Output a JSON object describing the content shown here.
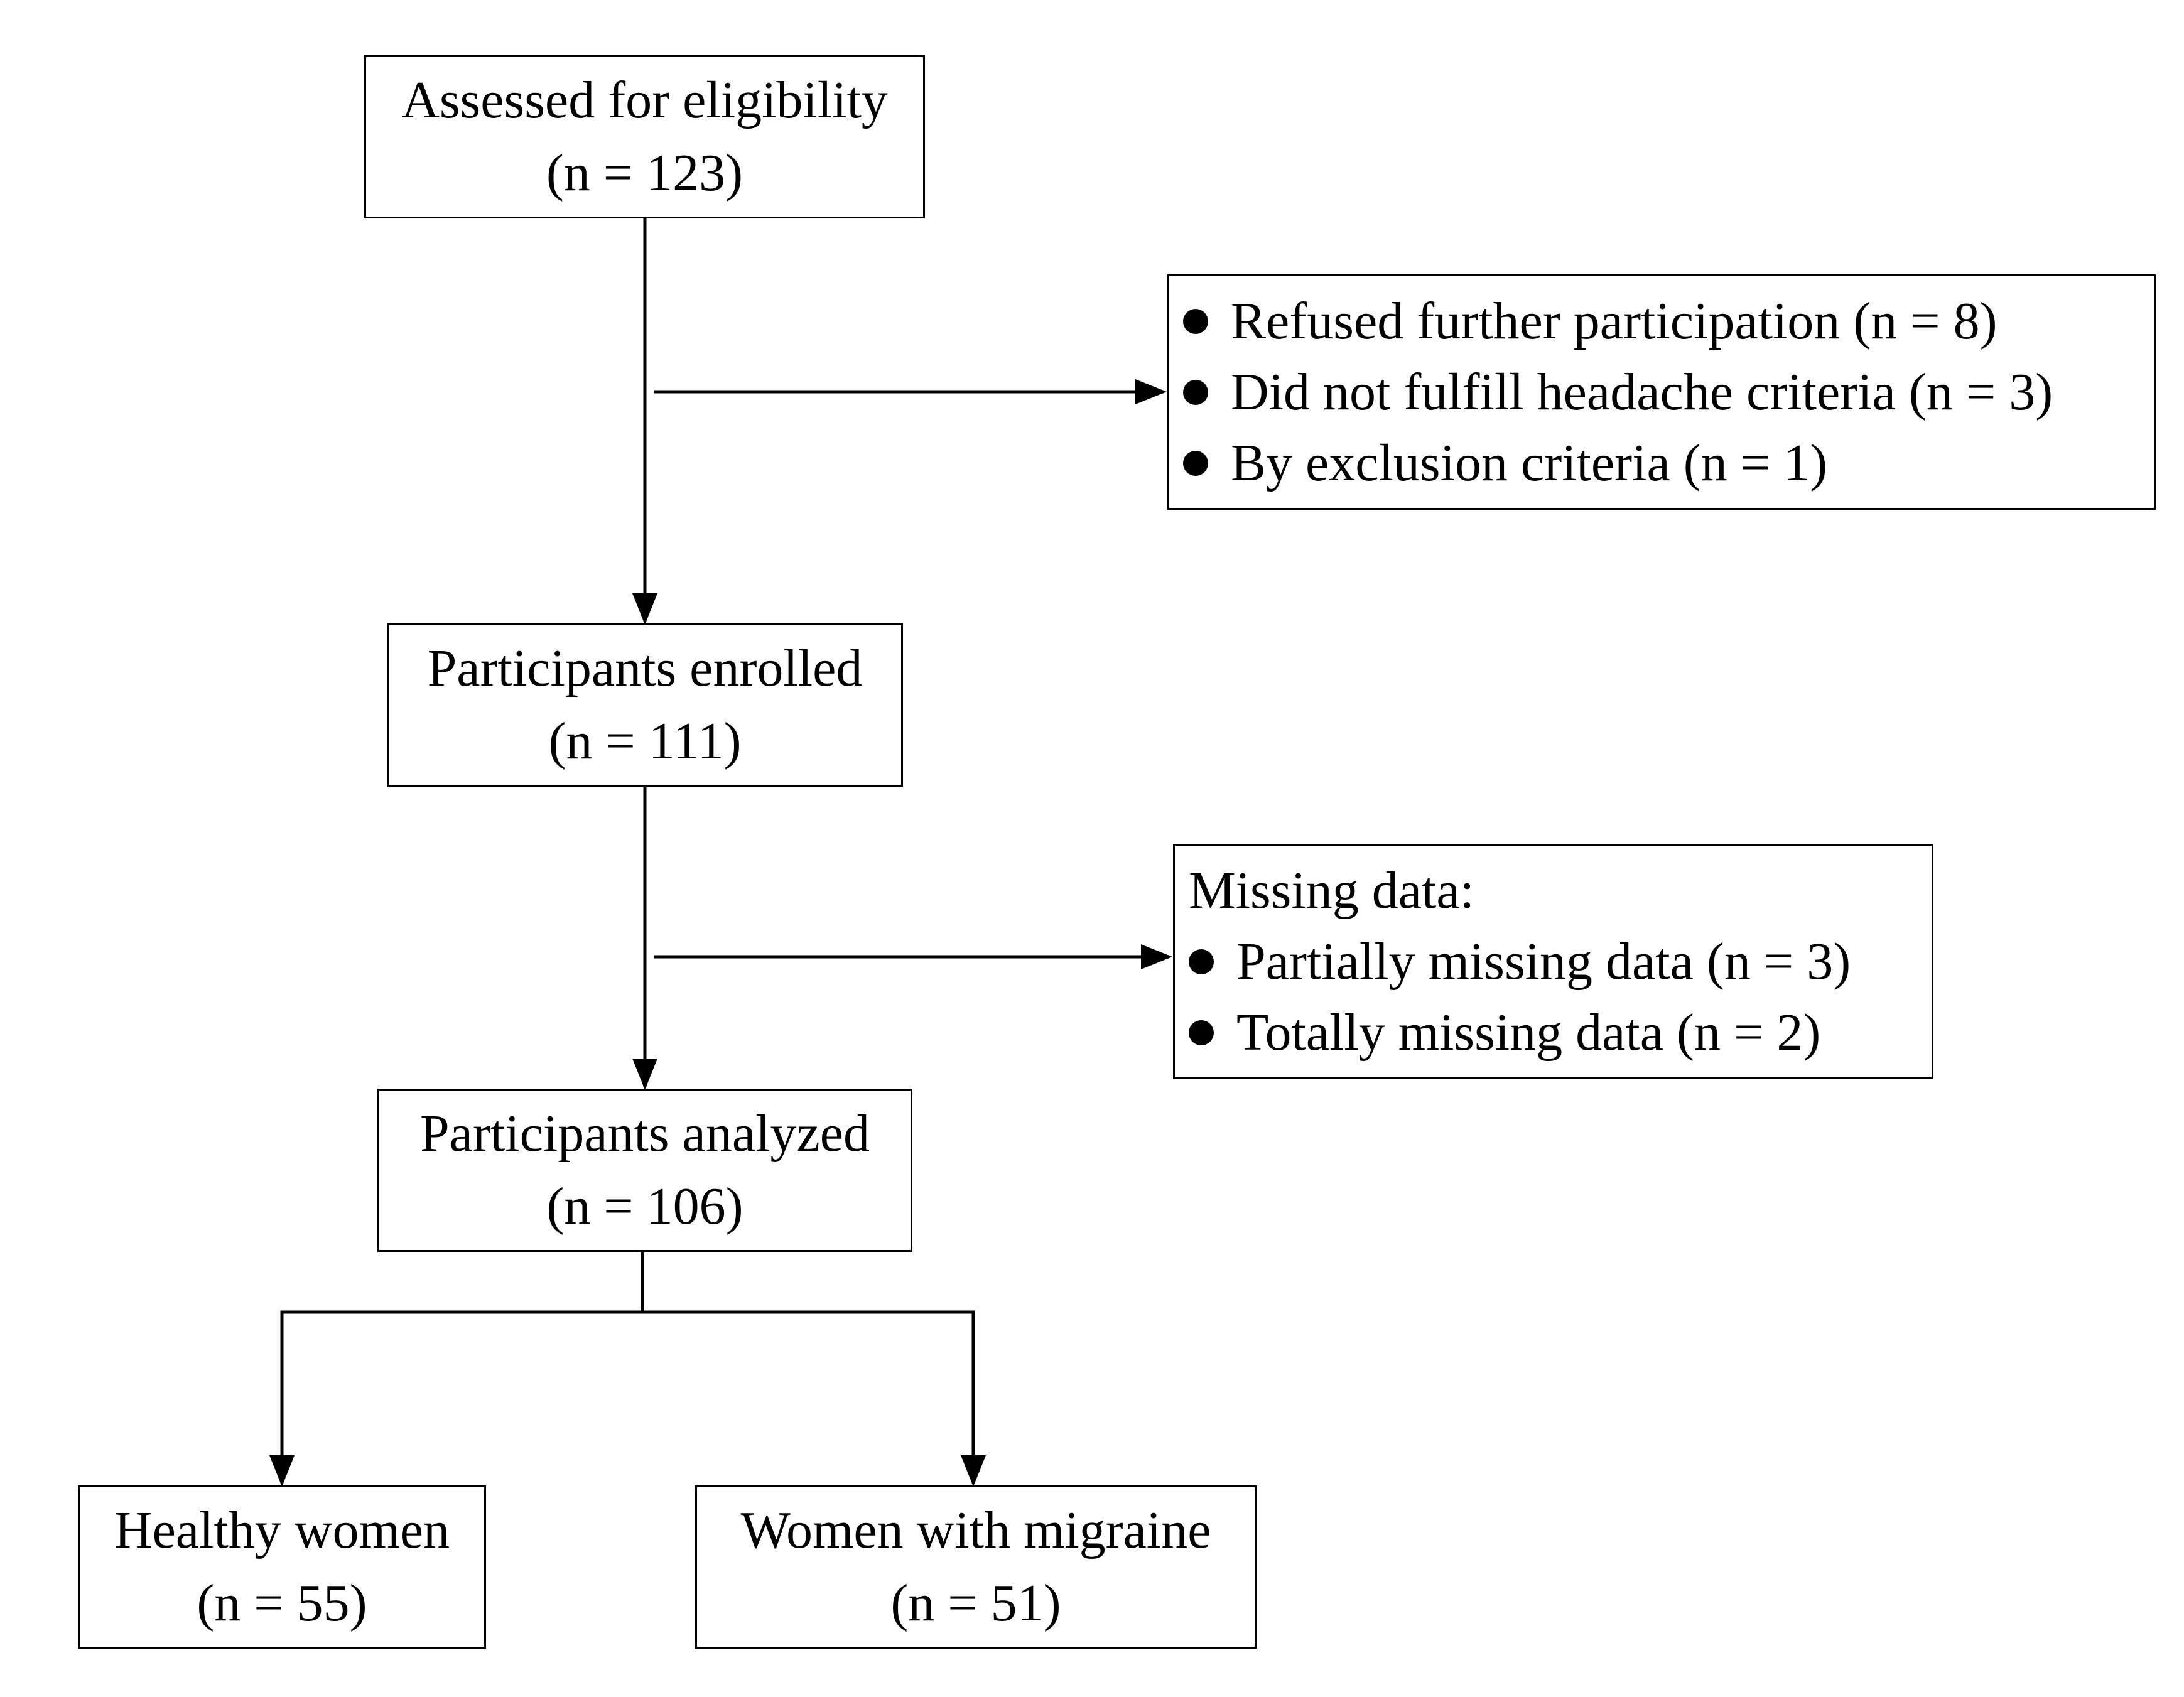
{
  "flowchart": {
    "assessed": {
      "title": "Assessed for eligibility",
      "count": "(n = 123)"
    },
    "excluded": {
      "items": [
        "Refused further participation (n = 8)",
        "Did not fulfill headache criteria (n = 3)",
        "By exclusion criteria (n = 1)"
      ]
    },
    "enrolled": {
      "title": "Participants enrolled",
      "count": "(n = 111)"
    },
    "missing": {
      "heading": "Missing data:",
      "items": [
        "Partially missing data (n = 3)",
        "Totally missing data (n = 2)"
      ]
    },
    "analyzed": {
      "title": "Participants analyzed",
      "count": "(n = 106)"
    },
    "groups": [
      {
        "title": "Healthy women",
        "count": "(n = 55)"
      },
      {
        "title": "Women with migraine",
        "count": "(n = 51)"
      }
    ]
  },
  "colors": {
    "line": "#000000",
    "background": "#ffffff"
  }
}
